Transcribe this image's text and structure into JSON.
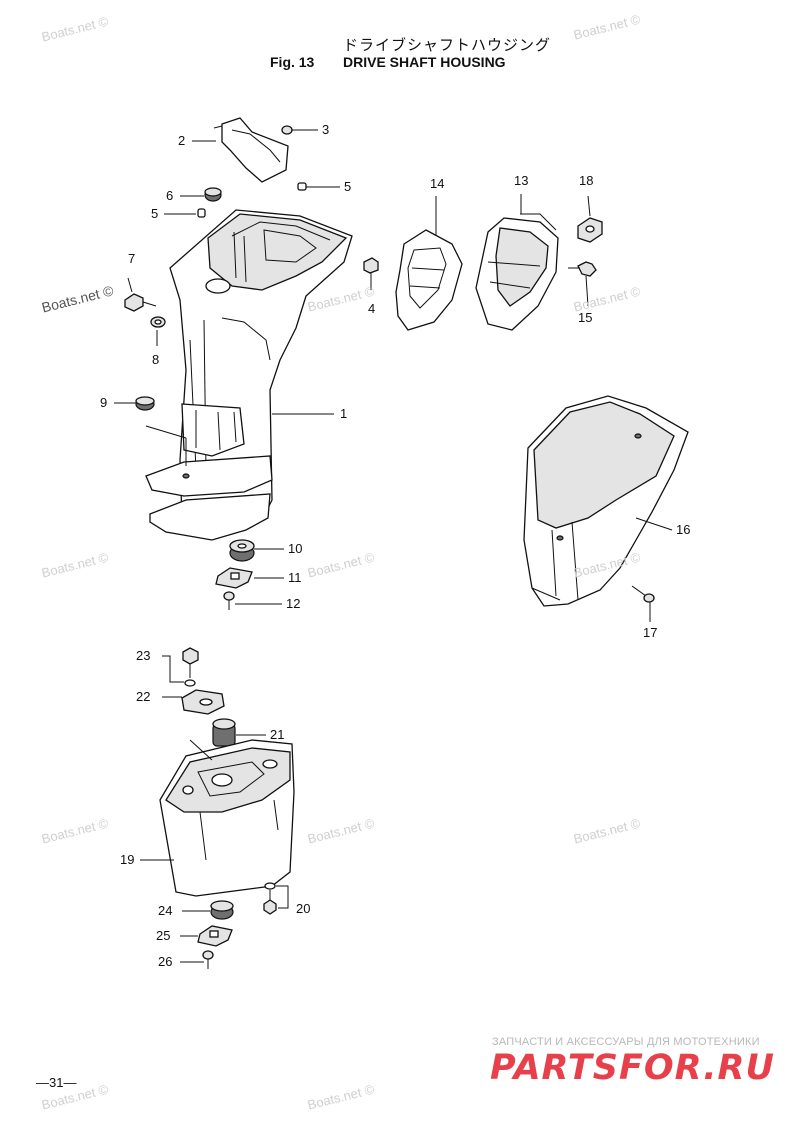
{
  "header": {
    "title_jp": "ドライブシャフトハウジング",
    "fig_label": "Fig. 13",
    "title_en": "DRIVE SHAFT HOUSING"
  },
  "callouts": {
    "c1": "1",
    "c2": "2",
    "c3": "3",
    "c4": "4",
    "c5a": "5",
    "c5b": "5",
    "c6": "6",
    "c7": "7",
    "c8": "8",
    "c9": "9",
    "c10": "10",
    "c11": "11",
    "c12": "12",
    "c13": "13",
    "c14": "14",
    "c15": "15",
    "c16": "16",
    "c17": "17",
    "c18": "18",
    "c19": "19",
    "c20": "20",
    "c21": "21",
    "c22": "22",
    "c23": "23",
    "c24": "24",
    "c25": "25",
    "c26": "26"
  },
  "watermark": "Boats.net ©",
  "footer": {
    "page_number": "—31—",
    "shop_tagline": "ЗАПЧАСТИ И АКСЕССУАРЫ ДЛЯ МОТОТЕХНИКИ",
    "shop_logo": "PARTSFOR.RU"
  }
}
